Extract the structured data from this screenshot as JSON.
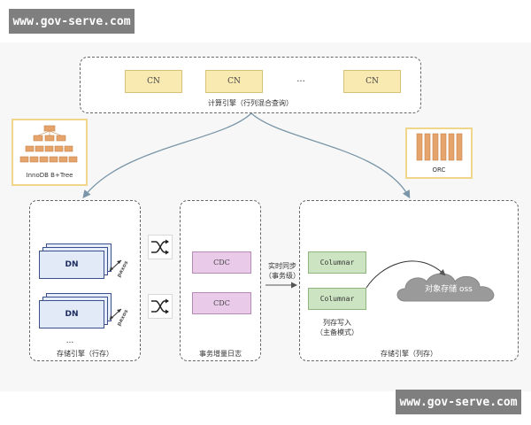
{
  "watermark": {
    "top": "www.gov-serve.com",
    "bottom": "www.gov-serve.com"
  },
  "compute": {
    "nodes": [
      "CN",
      "CN",
      "CN"
    ],
    "ellipsis": "...",
    "label": "计算引擎（行列混合查询）"
  },
  "innodb_label": "InnoDB B+Tree",
  "orc_label": "ORC",
  "row_store": {
    "dn_label": "DN",
    "paxos_label": "paxos",
    "ellipsis": "...",
    "label": "存储引擎（行存）"
  },
  "log": {
    "cdc_nodes": [
      "CDC",
      "CDC"
    ],
    "label": "事务增量日志"
  },
  "sync_label": {
    "line1": "实时同步",
    "line2": "（事务级）"
  },
  "column_store": {
    "nodes": [
      "Columnar",
      "Columnar"
    ],
    "write_label": {
      "line1": "列存写入",
      "line2": "（主备模式）"
    },
    "oss_label": "对象存储 oss",
    "label": "存储引擎（列存）"
  },
  "colors": {
    "cn_fill": "#f9eab2",
    "dn_fill": "#e2e9f7",
    "cdc_fill": "#e9cbe9",
    "columnar_fill": "#cde4c2",
    "arrow": "#7a96a8"
  },
  "icons": [
    "innodb-tree-icon",
    "orc-columns-icon",
    "shuffle-icon",
    "cloud-icon",
    "bidirectional-arrow-icon"
  ]
}
